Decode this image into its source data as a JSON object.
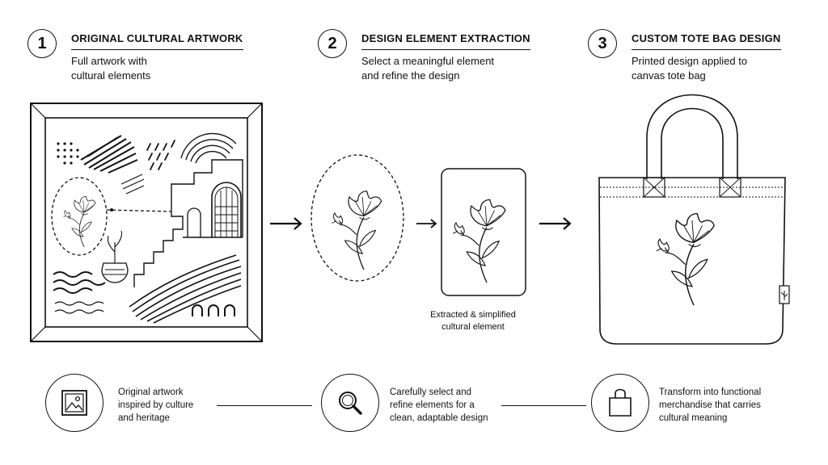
{
  "steps": [
    {
      "number": "1",
      "title": "ORIGINAL CULTURAL ARTWORK",
      "desc_line1": "Full artwork with",
      "desc_line2": "cultural elements"
    },
    {
      "number": "2",
      "title": "DESIGN ELEMENT EXTRACTION",
      "desc_line1": "Select a meaningful element",
      "desc_line2": "and refine the design"
    },
    {
      "number": "3",
      "title": "CUSTOM TOTE BAG DESIGN",
      "desc_line1": "Printed design applied to",
      "desc_line2": "canvas tote bag"
    }
  ],
  "extraction_caption": {
    "line1": "Extracted & simplified",
    "line2": "cultural element"
  },
  "bottom": [
    {
      "icon": "image-icon",
      "line1": "Original artwork",
      "line2": "inspired by culture",
      "line3": "and heritage"
    },
    {
      "icon": "magnifier-icon",
      "line1": "Carefully select and",
      "line2": "refine elements for a",
      "line3": "clean, adaptable design"
    },
    {
      "icon": "tote-bag-icon",
      "line1": "Transform into functional",
      "line2": "merchandise that carries",
      "line3": "cultural meaning"
    }
  ],
  "colors": {
    "ink": "#111111",
    "background": "#ffffff"
  }
}
